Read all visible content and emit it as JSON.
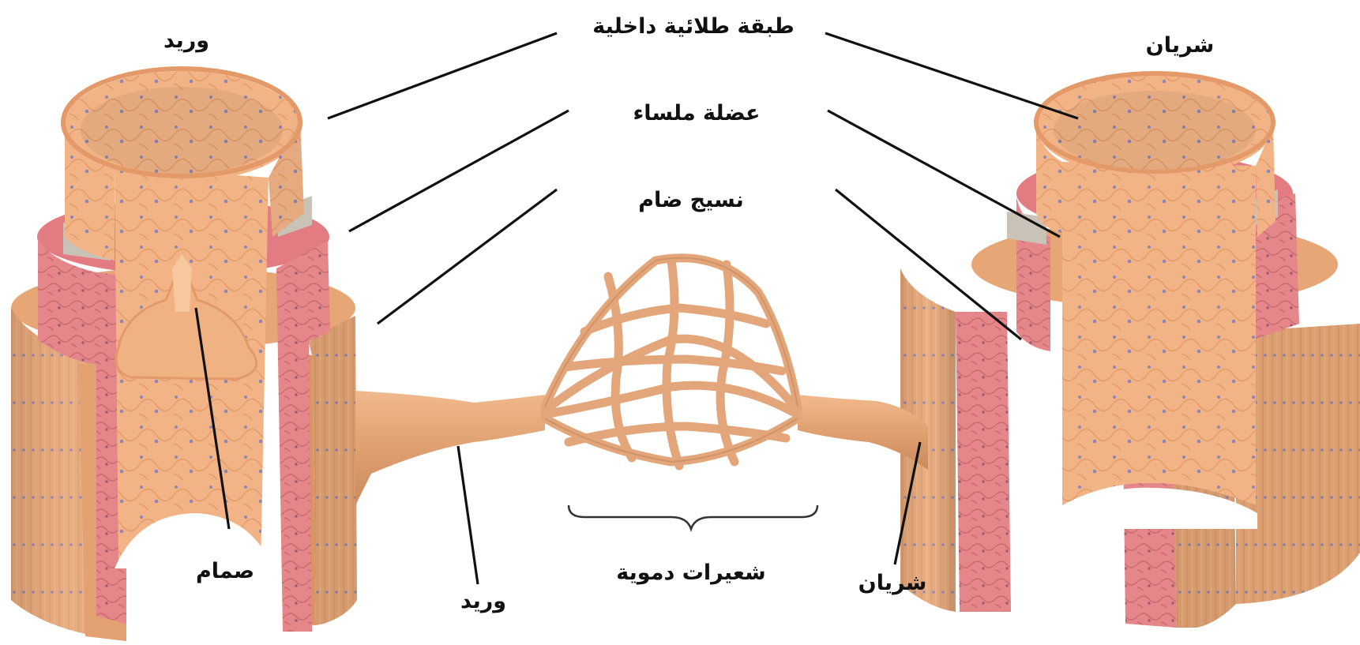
{
  "labels": {
    "vein_title": "وريد",
    "artery_title": "شريان",
    "endothelium": "طبقة طلائية داخلية",
    "smooth_muscle": "عضلة ملساء",
    "connective_tissue": "نسيج ضام",
    "valve": "صمام",
    "vein_bottom": "وريد",
    "capillaries": "شعيرات دموية",
    "artery_bottom": "شريان"
  },
  "colors": {
    "outer_layer": "#e8a878",
    "outer_layer_dark": "#d08c5c",
    "muscle_layer": "#e4868a",
    "muscle_layer_dark": "#c86a70",
    "inner_layer": "#f2b487",
    "inner_layer_dark": "#e29d6c",
    "gap_band": "#c9c2b6",
    "nucleus": "#8f86b4",
    "capillary": "#e2a67a",
    "leader_line": "#111111"
  }
}
